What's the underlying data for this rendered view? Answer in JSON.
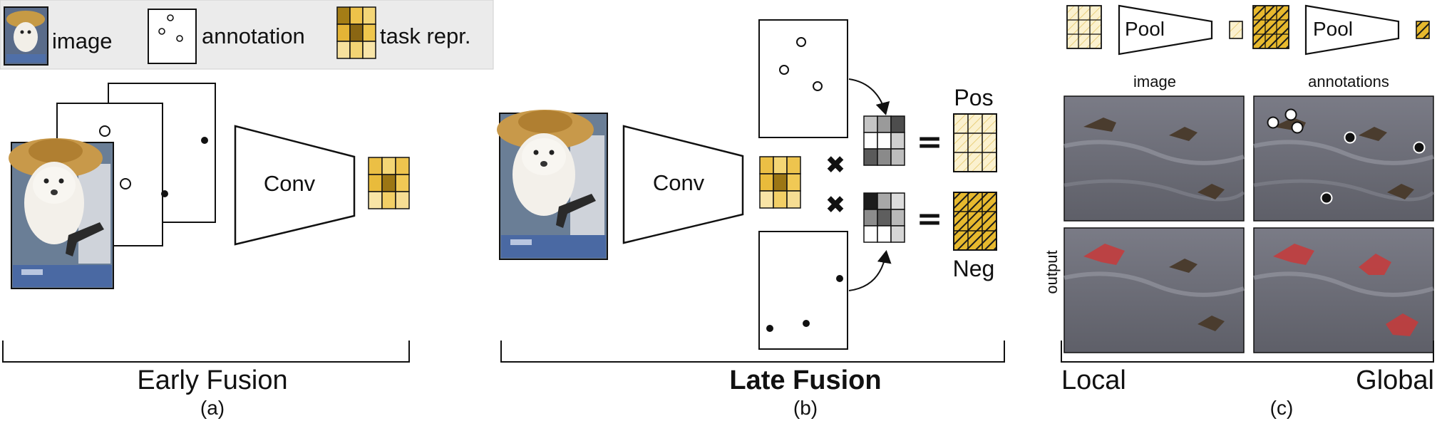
{
  "legend": {
    "image": "image",
    "annotation": "annotation",
    "task_repr": "task repr."
  },
  "panel_a": {
    "conv": "Conv",
    "title": "Early Fusion",
    "sub": "(a)"
  },
  "panel_b": {
    "conv": "Conv",
    "pos": "Pos",
    "neg": "Neg",
    "title": "Late Fusion",
    "sub": "(b)"
  },
  "panel_c": {
    "pool1": "Pool",
    "pool2": "Pool",
    "col_image": "image",
    "col_annotations": "annotations",
    "row_output": "output",
    "local": "Local",
    "global": "Global",
    "sub": "(c)"
  },
  "colors": {
    "gold_light": "#f7dd8f",
    "gold_mid": "#ecbf3c",
    "gold_dark": "#8f6b12",
    "water": "#6e6f78",
    "mask": "#c83a3a"
  }
}
